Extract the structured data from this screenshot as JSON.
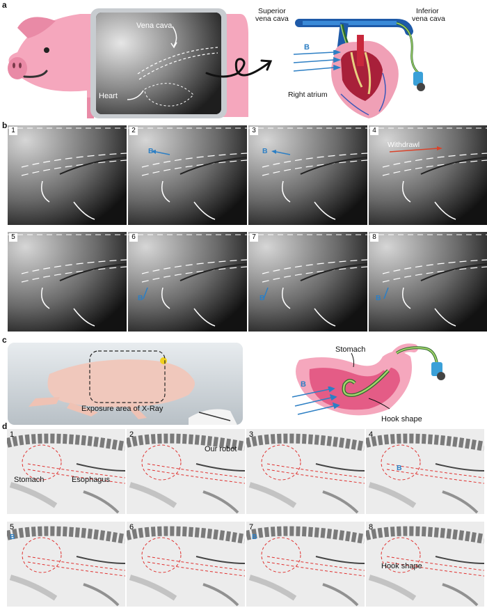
{
  "panels": {
    "a": {
      "label": "a",
      "xray_labels": {
        "vena_cava": "Vena cava",
        "heart": "Heart"
      },
      "heart_labels": {
        "superior_1": "Superior",
        "superior_2": "vena cava",
        "inferior_1": "Inferior",
        "inferior_2": "vena cava",
        "b_field": "B",
        "right_atrium": "Right atrium"
      }
    },
    "b": {
      "label": "b",
      "frames": [
        "1",
        "2",
        "3",
        "4",
        "5",
        "6",
        "7",
        "8"
      ],
      "b_field": "B",
      "withdrawl": "Withdrawl"
    },
    "c": {
      "label": "c",
      "exposure": "Exposure area of X-Ray",
      "stomach": "Stomach",
      "b_field": "B",
      "hook": "Hook shape"
    },
    "d": {
      "label": "d",
      "frames": [
        "1",
        "2",
        "3",
        "4",
        "5",
        "6",
        "7",
        "8"
      ],
      "stomach": "Stomach",
      "esophagus": "Esophagus",
      "robot": "Our robot",
      "b_field": "B",
      "hook": "Hook shape"
    }
  },
  "colors": {
    "field_arrow": "#2d7fc4",
    "withdraw_arrow": "#d9442b",
    "guide_dash": "#e0302e",
    "pig_pink": "#f5a7bd"
  }
}
